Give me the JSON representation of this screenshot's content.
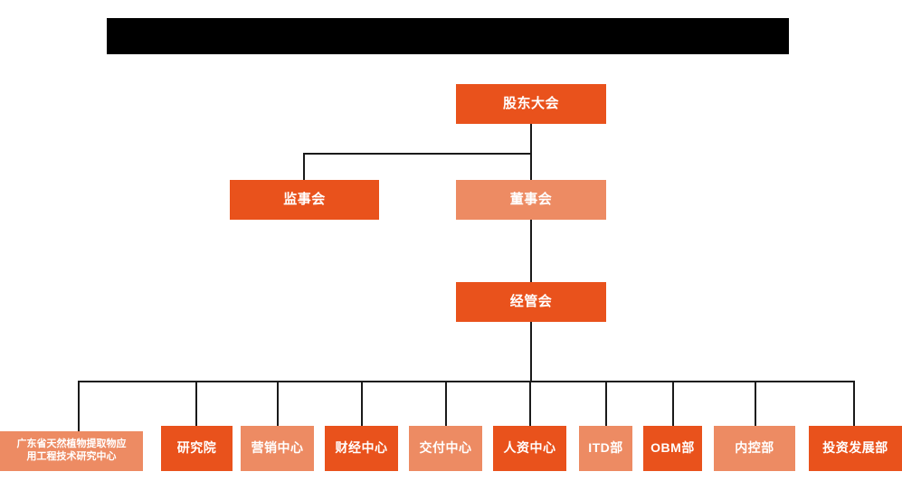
{
  "page": {
    "title_bar": {
      "name": "redacted-title-bar",
      "label": "",
      "color": "#000000"
    },
    "palette": {
      "dark_orange": "#E9521C",
      "light_orange": "#ED8B63",
      "line": "#1a1a1a",
      "background": "#FFFFFF",
      "text": "#FFFFFF"
    }
  },
  "chart_data": {
    "type": "org-chart",
    "title": "",
    "levels": [
      {
        "level": 1,
        "nodes": [
          {
            "id": "shareholders",
            "label": "股东大会",
            "style": "dark"
          }
        ]
      },
      {
        "level": 2,
        "nodes": [
          {
            "id": "supervisors",
            "label": "监事会",
            "style": "dark"
          },
          {
            "id": "board",
            "label": "董事会",
            "style": "light"
          }
        ]
      },
      {
        "level": 3,
        "nodes": [
          {
            "id": "management",
            "label": "经管会",
            "style": "dark"
          }
        ]
      },
      {
        "level": 4,
        "nodes": [
          {
            "id": "research-center",
            "label_line1": "广东省天然植物提取物应",
            "label_line2": "用工程技术研究中心",
            "style": "light"
          },
          {
            "id": "institute",
            "label": "研究院",
            "style": "dark"
          },
          {
            "id": "marketing",
            "label": "营销中心",
            "style": "light"
          },
          {
            "id": "finance",
            "label": "财经中心",
            "style": "dark"
          },
          {
            "id": "delivery",
            "label": "交付中心",
            "style": "light"
          },
          {
            "id": "hr",
            "label": "人资中心",
            "style": "dark"
          },
          {
            "id": "itd",
            "label": "ITD部",
            "style": "light"
          },
          {
            "id": "obm",
            "label": "OBM部",
            "style": "dark"
          },
          {
            "id": "internal-control",
            "label": "内控部",
            "style": "light"
          },
          {
            "id": "investment",
            "label": "投资发展部",
            "style": "dark"
          }
        ]
      }
    ],
    "edges": [
      {
        "from": "shareholders",
        "to": "supervisors"
      },
      {
        "from": "shareholders",
        "to": "board"
      },
      {
        "from": "board",
        "to": "management"
      },
      {
        "from": "management",
        "to": "research-center"
      },
      {
        "from": "management",
        "to": "institute"
      },
      {
        "from": "management",
        "to": "marketing"
      },
      {
        "from": "management",
        "to": "finance"
      },
      {
        "from": "management",
        "to": "delivery"
      },
      {
        "from": "management",
        "to": "hr"
      },
      {
        "from": "management",
        "to": "itd"
      },
      {
        "from": "management",
        "to": "obm"
      },
      {
        "from": "management",
        "to": "internal-control"
      },
      {
        "from": "management",
        "to": "investment"
      }
    ]
  }
}
